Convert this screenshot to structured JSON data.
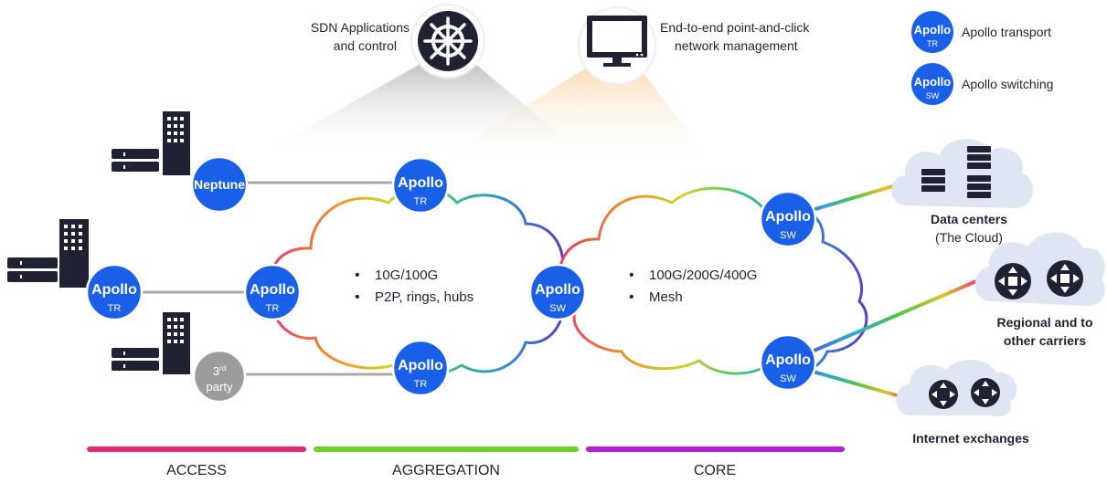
{
  "top": {
    "sdn_line1": "SDN Applications",
    "sdn_line2": "and control",
    "mgmt_line1": "End-to-end point-and-click",
    "mgmt_line2": "network management"
  },
  "legend": {
    "tr_label": "Apollo transport",
    "sw_label": "Apollo switching"
  },
  "nodes": {
    "apollo": "Apollo",
    "tr": "TR",
    "sw": "SW",
    "neptune": "Neptune",
    "third_num": "3",
    "third_sup": "rd",
    "third_party": "party"
  },
  "clouds": {
    "agg_bullet1": "10G/100G",
    "agg_bullet2": "P2P, rings, hubs",
    "core_bullet1": "100G/200G/400G",
    "core_bullet2": "Mesh"
  },
  "destinations": {
    "dc_line1": "Data centers",
    "dc_line2": "(The Cloud)",
    "regional_line1": "Regional and to",
    "regional_line2": "other carriers",
    "ix": "Internet exchanges"
  },
  "sections": [
    {
      "label": "ACCESS",
      "color": "#e8267a"
    },
    {
      "label": "AGGREGATION",
      "color": "#6dd128"
    },
    {
      "label": "CORE",
      "color": "#b21fd8"
    }
  ],
  "colors": {
    "node_blue": "#1a5fe8",
    "third_party_gray": "#9c9c9c",
    "dark": "#1f2233",
    "cloud_fill": "#dde6f2"
  }
}
